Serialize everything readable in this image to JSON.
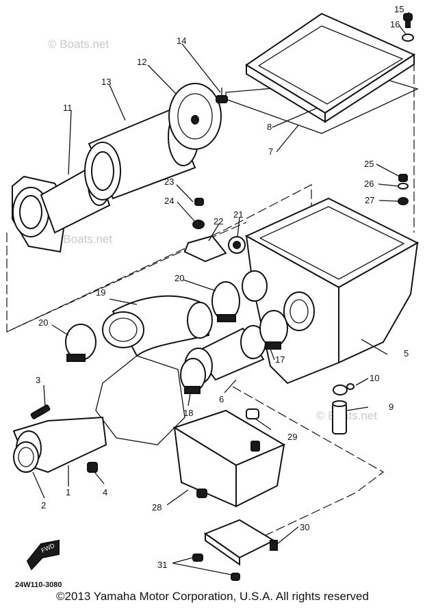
{
  "diagram_code": "24W110-3080",
  "copyright": "©2013 Yamaha Motor Corporation, U.S.A. All rights reserved",
  "watermark": "© Boats.net",
  "fwd_label": "FWD",
  "callouts": {
    "c1": "1",
    "c2": "2",
    "c3": "3",
    "c4": "4",
    "c5": "5",
    "c6": "6",
    "c7": "7",
    "c8": "8",
    "c9": "9",
    "c10": "10",
    "c11": "11",
    "c12": "12",
    "c13": "13",
    "c14": "14",
    "c15": "15",
    "c16": "16",
    "c17": "17",
    "c18": "18",
    "c19": "19",
    "c20a": "20",
    "c20b": "20",
    "c21": "21",
    "c22": "22",
    "c23": "23",
    "c24": "24",
    "c25": "25",
    "c26": "26",
    "c27": "27",
    "c28": "28",
    "c29": "29",
    "c30": "30",
    "c31": "31"
  }
}
